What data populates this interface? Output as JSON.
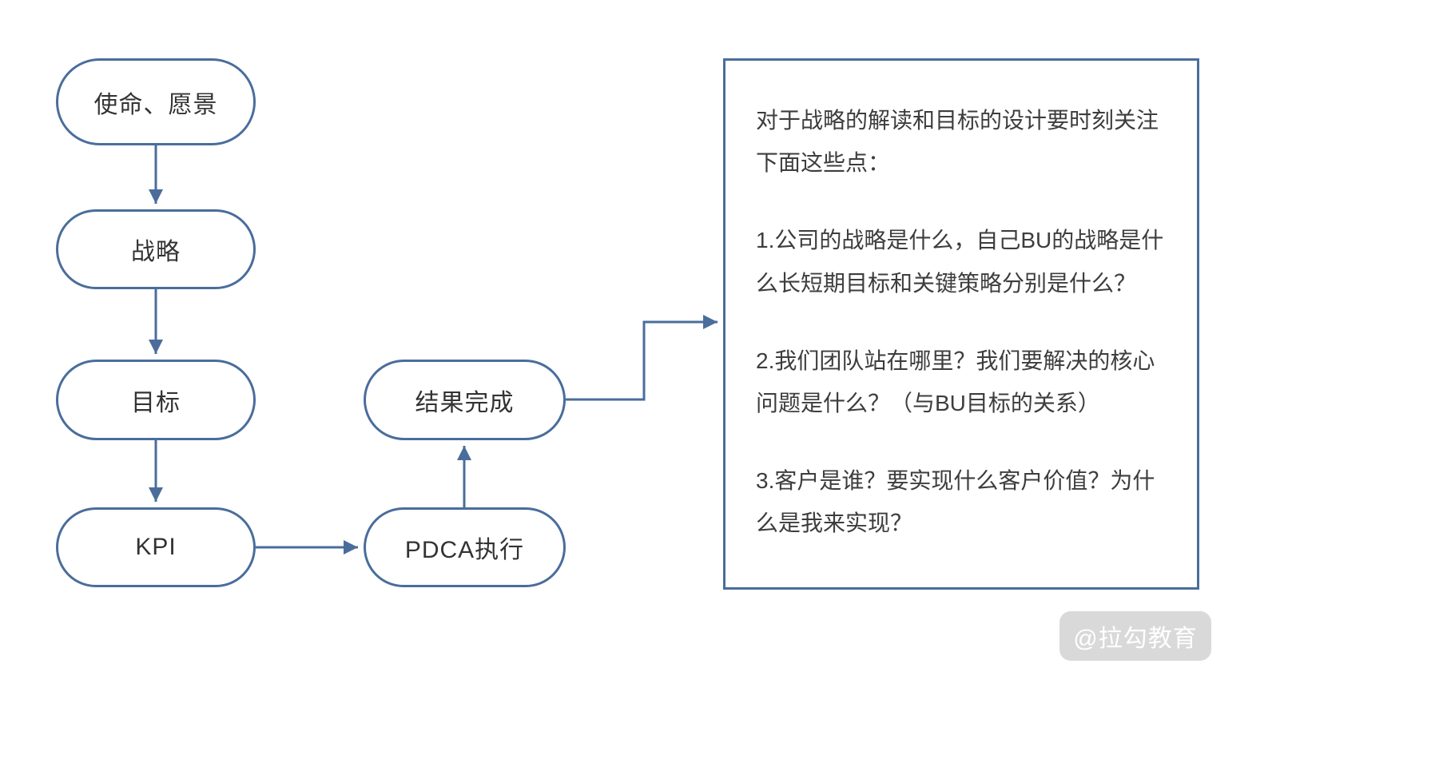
{
  "diagram": {
    "colors": {
      "accent": "#4a6d9b",
      "text": "#3d3d3d",
      "node-text": "#333333",
      "watermark-bg": "#d9d9d9",
      "watermark-text": "#ffffff"
    },
    "nodes": [
      {
        "id": "mission-vision",
        "label": "使命、愿景"
      },
      {
        "id": "strategy",
        "label": "战略"
      },
      {
        "id": "goal",
        "label": "目标"
      },
      {
        "id": "kpi",
        "label": "KPI"
      },
      {
        "id": "pdca",
        "label": "PDCA执行"
      },
      {
        "id": "result-done",
        "label": "结果完成"
      }
    ],
    "note_box": {
      "intro": "对于战略的解读和目标的设计要时刻关注下面这些点：",
      "points": [
        "1.公司的战略是什么，自己BU的战略是什么长短期目标和关键策略分别是什么？",
        "2.我们团队站在哪里？我们要解决的核心问题是什么？（与BU目标的关系）",
        "3.客户是谁？要实现什么客户价值？为什么是我来实现？"
      ]
    },
    "watermark": "@拉勾教育"
  }
}
